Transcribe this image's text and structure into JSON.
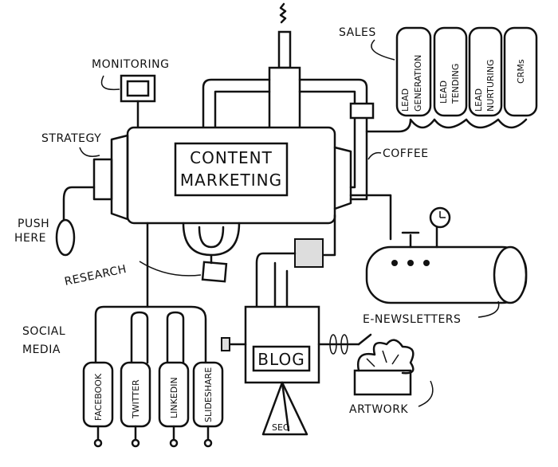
{
  "diagram": {
    "central": {
      "line1": "CONTENT",
      "line2": "MARKETING"
    },
    "labels": {
      "sales": "SALES",
      "monitoring": "MONITORING",
      "strategy": "STRATEGY",
      "coffee": "COFFEE",
      "push_here_1": "PUSH",
      "push_here_2": "HERE",
      "research": "RESEARCH",
      "social_media_1": "SOCIAL",
      "social_media_2": "MEDIA",
      "blog": "BLOG",
      "seo": "SEO",
      "e_newsletters": "E-NEWSLETTERS",
      "artwork": "ARTWORK"
    },
    "sales_tanks": [
      {
        "line1": "LEAD",
        "line2": "GENERATION"
      },
      {
        "line1": "LEAD",
        "line2": "TENDING"
      },
      {
        "line1": "LEAD",
        "line2": "NURTURING"
      },
      {
        "line1": "CRMs",
        "line2": ""
      }
    ],
    "social_tanks": [
      "FACEBOOK",
      "TWITTER",
      "LINKEDIN",
      "SLIDESHARE"
    ]
  }
}
